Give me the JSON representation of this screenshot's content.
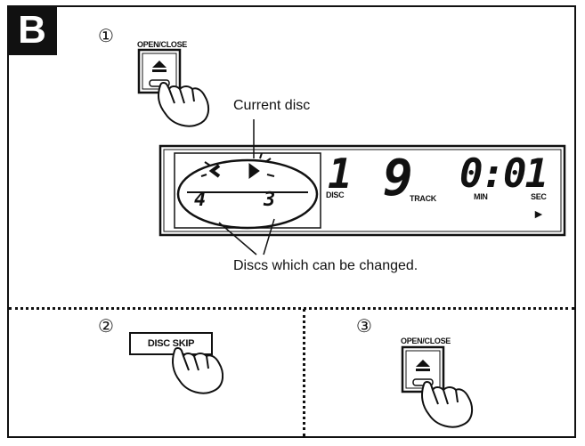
{
  "badge": "B",
  "steps": {
    "s1": "①",
    "s2": "②",
    "s3": "③"
  },
  "buttons": {
    "open_close": "OPEN/CLOSE",
    "disc_skip": "DISC SKIP"
  },
  "labels": {
    "current_disc": "Current disc",
    "changeable": "Discs which can be changed."
  },
  "display": {
    "disc_num": "1",
    "disc_label": "DISC",
    "track_num": "9",
    "track_label": "TRACK",
    "time": "0:01",
    "min_label": "MIN",
    "sec_label": "SEC",
    "tray_left": "4",
    "tray_right": "3",
    "play_symbol": "►"
  }
}
